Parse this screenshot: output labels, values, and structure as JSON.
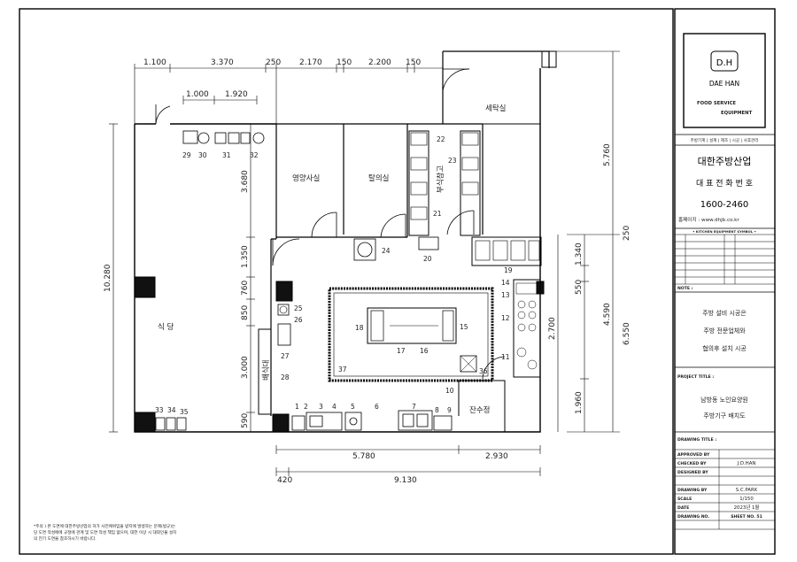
{
  "dimensions": {
    "top_row": [
      "1.100",
      "3.370",
      "250",
      "2.170",
      "150",
      "2.200",
      "150"
    ],
    "top_inner": [
      "1.000",
      "1.920"
    ],
    "left_total": "10.280",
    "left_inner": [
      "3.680",
      "1.350",
      "760",
      "850",
      "3.000",
      "590"
    ],
    "right_outer": [
      "5.760",
      "250",
      "4.590",
      "6.550"
    ],
    "right_inner": [
      "1.340",
      "550",
      "2.700",
      "1.960"
    ],
    "bottom": [
      "5.780",
      "2.930",
      "420",
      "9.130"
    ]
  },
  "rooms": {
    "dining": "식 당",
    "laundry": "세탁실",
    "nutrition_office": "영양사실",
    "changing_room": "탈의실",
    "food_storage": "부식창고",
    "serving_counter": "배식대",
    "dish_collection": "잔수정"
  },
  "equipment_numbers": {
    "n1": "1",
    "n2": "2",
    "n3": "3",
    "n4": "4",
    "n5": "5",
    "n6": "6",
    "n7": "7",
    "n8": "8",
    "n9": "9",
    "n10": "10",
    "n11": "11",
    "n12": "12",
    "n13": "13",
    "n14": "14",
    "n15": "15",
    "n16": "16",
    "n17": "17",
    "n18": "18",
    "n19": "19",
    "n20": "20",
    "n21": "21",
    "n22": "22",
    "n23": "23",
    "n24": "24",
    "n25": "25",
    "n26": "26",
    "n27": "27",
    "n28": "28",
    "n29": "29",
    "n30": "30",
    "n31": "31",
    "n32": "32",
    "n33": "33",
    "n34": "34",
    "n35": "35",
    "n36": "36",
    "n37": "37"
  },
  "footnote": {
    "line1": "*주의 ) 본 도면에 대한주방산업의 허가 사전에위임을 받지에 발생하는 문제(법규)는",
    "line2": "당 도면 작성에에 규정에 관계 및 도면 작성 책임 없으며, 대한 이상 시 대외인물 설치",
    "line3": "의 전기 도면을 참조하시기 바랍니다."
  },
  "title_block": {
    "logo_mark": "D.H",
    "logo_name": "DAE HAN",
    "logo_sub1": "FOOD SERVICE",
    "logo_sub2": "EQUIPMENT",
    "services": "주방기계 | 설계 | 제조 | 시공 | 사후관리",
    "company": "대한주방산업",
    "phone_label": "대 표 전 화 번 호",
    "phone": "1600-2460",
    "website": "홈페이지 : www.dhjb.co.kr",
    "symbol_header": "• KITCHEN EQUIPMENT SYMBOL •",
    "note_label": "NOTE :",
    "note_lines": [
      "주방 설비 시공은",
      "주방 전문업체와",
      "협의후 설치 시공"
    ],
    "project_label": "PROJECT TITLE :",
    "project_lines": [
      "남방동 노인요양원",
      "주방기구 배치도"
    ],
    "drawing_title_label": "DRAWING TITLE :",
    "approved_label": "APPROVED BY",
    "approved_value": "",
    "checked_label": "CHECKED BY",
    "checked_value": "J.D.HAN",
    "designed_label": "DESIGNED BY",
    "designed_value": "",
    "drawn_label": "DRAWING BY",
    "drawn_value": "S.C.PARK",
    "scale_label": "SCALE",
    "scale_value": "1/150",
    "date_label": "DATE",
    "date_value": "2023년 1월",
    "drawing_no_label": "DRAWING NO.",
    "sheet_label": "SHEET NO. 51"
  }
}
